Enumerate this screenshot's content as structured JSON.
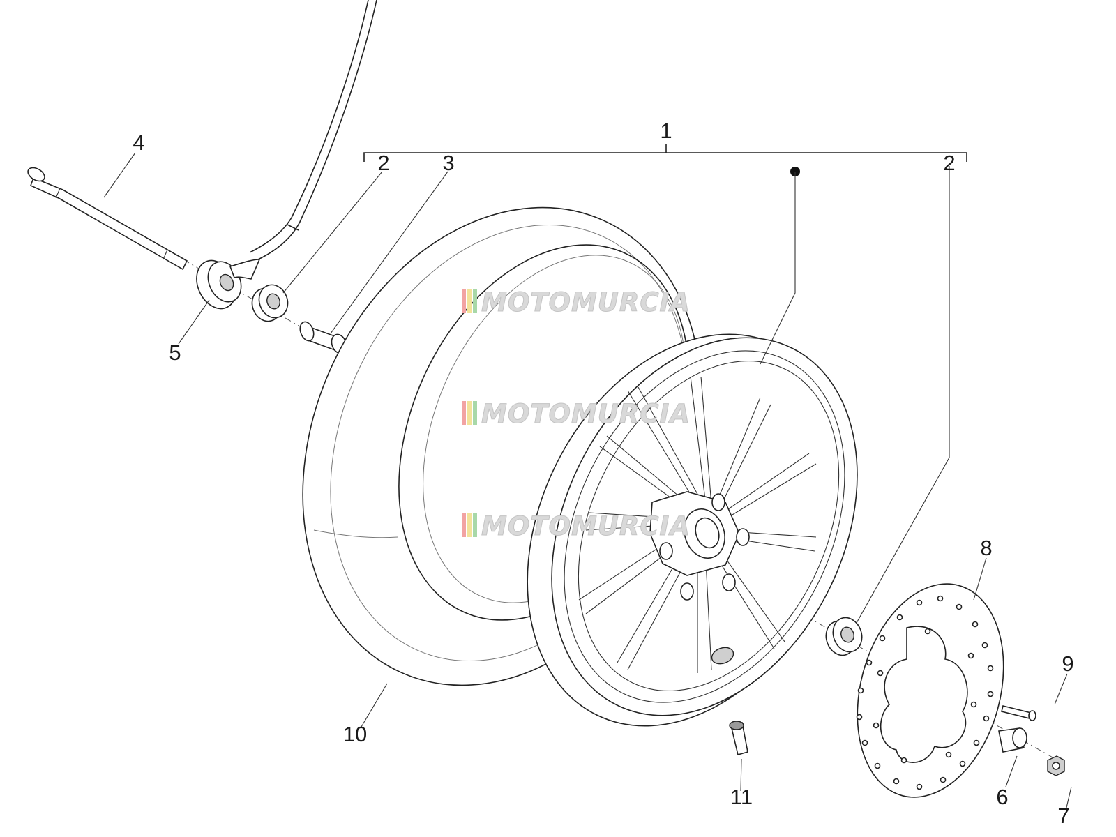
{
  "callouts": {
    "c1": "1",
    "c2_left": "2",
    "c2_right": "2",
    "c3": "3",
    "c4": "4",
    "c5": "5",
    "c6": "6",
    "c7": "7",
    "c8": "8",
    "c9": "9",
    "c10": "10",
    "c11": "11"
  },
  "watermark": {
    "text": "MOTOMURCIA",
    "stripe_colors": [
      "#f2a3a3",
      "#f2e29a",
      "#a8d8a8"
    ]
  },
  "colors": {
    "line": "#222222",
    "background": "#ffffff",
    "part_fill_grey": "#cfcfcf"
  }
}
